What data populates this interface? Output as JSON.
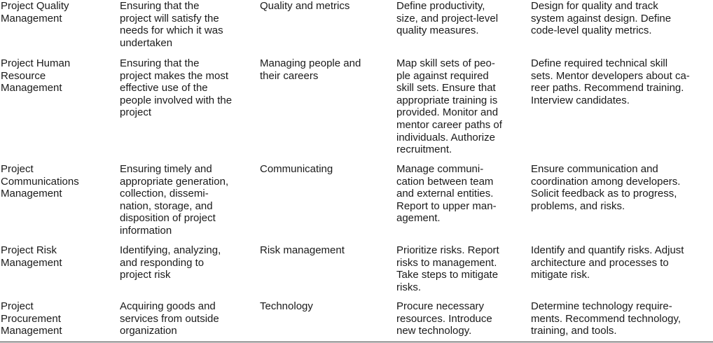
{
  "table": {
    "rows": [
      {
        "area": "Project Quality\nManagement",
        "goal": "Ensuring that the\nproject will satisfy the\nneeds for which it was\nundertaken",
        "topic": "Quality and metrics",
        "manager": "Define productivity,\nsize, and project-level\nquality measures.",
        "architect": "Design for quality and track\nsystem against design. Define\ncode-level quality metrics."
      },
      {
        "area": "Project Human\nResource\nManagement",
        "goal": "Ensuring that the\nproject makes the most\neffective use of the\npeople involved with the\nproject",
        "topic": "Managing people and\ntheir careers",
        "manager": "Map skill sets of peo-\nple against required\nskill sets. Ensure that\nappropriate training is\nprovided. Monitor and\nmentor career paths of\nindividuals. Authorize\nrecruitment.",
        "architect": "Define required technical skill\nsets. Mentor developers about ca-\nreer paths. Recommend training.\nInterview candidates."
      },
      {
        "area": "Project\nCommunications\nManagement",
        "goal": "Ensuring timely and\nappropriate generation,\ncollection, dissemi-\nnation, storage, and\ndisposition of project\ninformation",
        "topic": "Communicating",
        "manager": "Manage communi-\ncation between team\nand external entities.\nReport to upper man-\nagement.",
        "architect": "Ensure communication and\ncoordination among developers.\nSolicit feedback as to progress,\nproblems, and risks."
      },
      {
        "area": "Project Risk\nManagement",
        "goal": "Identifying, analyzing,\nand responding to\nproject risk",
        "topic": "Risk management",
        "manager": "Prioritize risks. Report\nrisks to management.\nTake steps to mitigate\nrisks.",
        "architect": "Identify and quantify risks. Adjust\narchitecture and processes to\nmitigate risk."
      },
      {
        "area": "Project\nProcurement\nManagement",
        "goal": "Acquiring goods and\nservices from outside\norganization",
        "topic": "Technology",
        "manager": "Procure necessary\nresources. Introduce\nnew technology.",
        "architect": "Determine technology require-\nments. Recommend technology,\ntraining, and tools."
      }
    ]
  }
}
